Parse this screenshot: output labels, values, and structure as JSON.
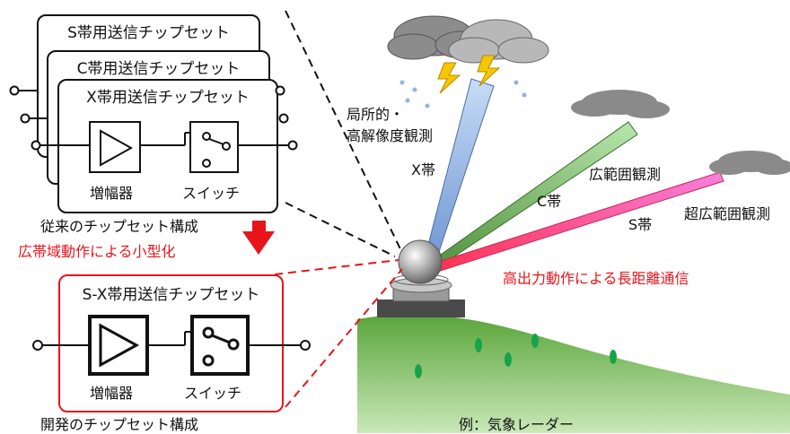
{
  "left_panel": {
    "chip_s_band": "S帯用送信チップセット",
    "chip_c_band": "C帯用送信チップセット",
    "chip_x_band": "X帯用送信チップセット",
    "amplifier_label": "増幅器",
    "switch_label": "スイッチ",
    "conventional_caption": "従来のチップセット構成",
    "miniaturization_caption": "広帯域動作による小型化",
    "new_chip_title": "S-X帯用送信チップセット",
    "new_amplifier_label": "増幅器",
    "new_switch_label": "スイッチ",
    "developed_caption": "開発のチップセット構成"
  },
  "right_panel": {
    "x_band_obs": "局所的・\n高解像度観測",
    "x_band": "X帯",
    "c_band": "C帯",
    "c_band_obs": "広範囲観測",
    "s_band": "S帯",
    "s_band_obs": "超広範囲観測",
    "long_range": "高出力動作による長距離通信",
    "example_caption": "例：気象レーダー"
  },
  "colors": {
    "accent_red": "#e8141b",
    "x_beam": "#9cc0ea",
    "c_beam": "#a4d99a",
    "s_beam": "#f46fd0",
    "hill": "#5fae3f",
    "cloud": "#8c8c8c"
  }
}
